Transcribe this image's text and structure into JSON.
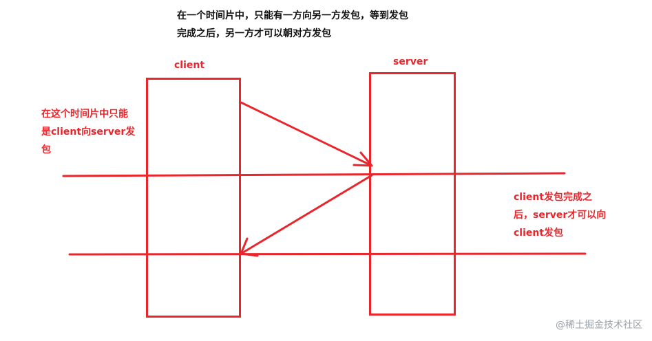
{
  "top_note": {
    "line1": "在一个时间片中，只能有一方向另一方发包，等到发包",
    "line2": "完成之后，另一方才可以朝对方发包"
  },
  "client": {
    "label": "client"
  },
  "server": {
    "label": "server"
  },
  "left_note": {
    "line1": "在这个时间片中只能",
    "line2": "是client向server发",
    "line3": "包"
  },
  "right_note": {
    "line1": "client发包完成之",
    "line2": "后，server才可以向",
    "line3": "client发包"
  },
  "watermark": "@稀土掘金技术社区",
  "colors": {
    "line": "#e8262c",
    "red_text": "#e8262c",
    "black_text": "#111111"
  }
}
